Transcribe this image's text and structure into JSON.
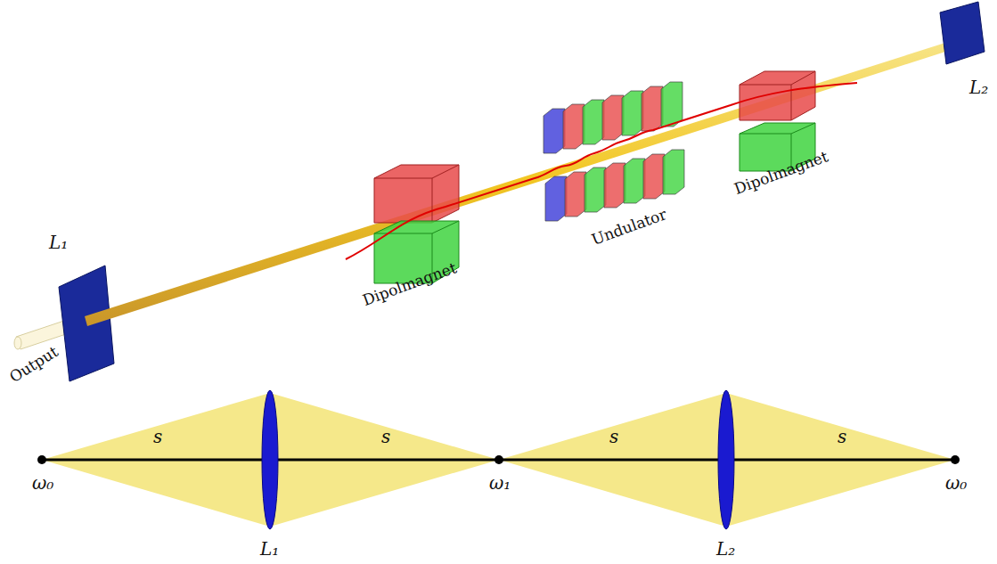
{
  "diagram": {
    "labels": [
      "L₁",
      "Output",
      "Dipolmagnet",
      "Undulator",
      "Dipolmagnet",
      "L₂",
      "s",
      "s",
      "s",
      "s",
      "ω₀",
      "ω₁",
      "ω₀",
      "L₁",
      "L₂"
    ]
  }
}
